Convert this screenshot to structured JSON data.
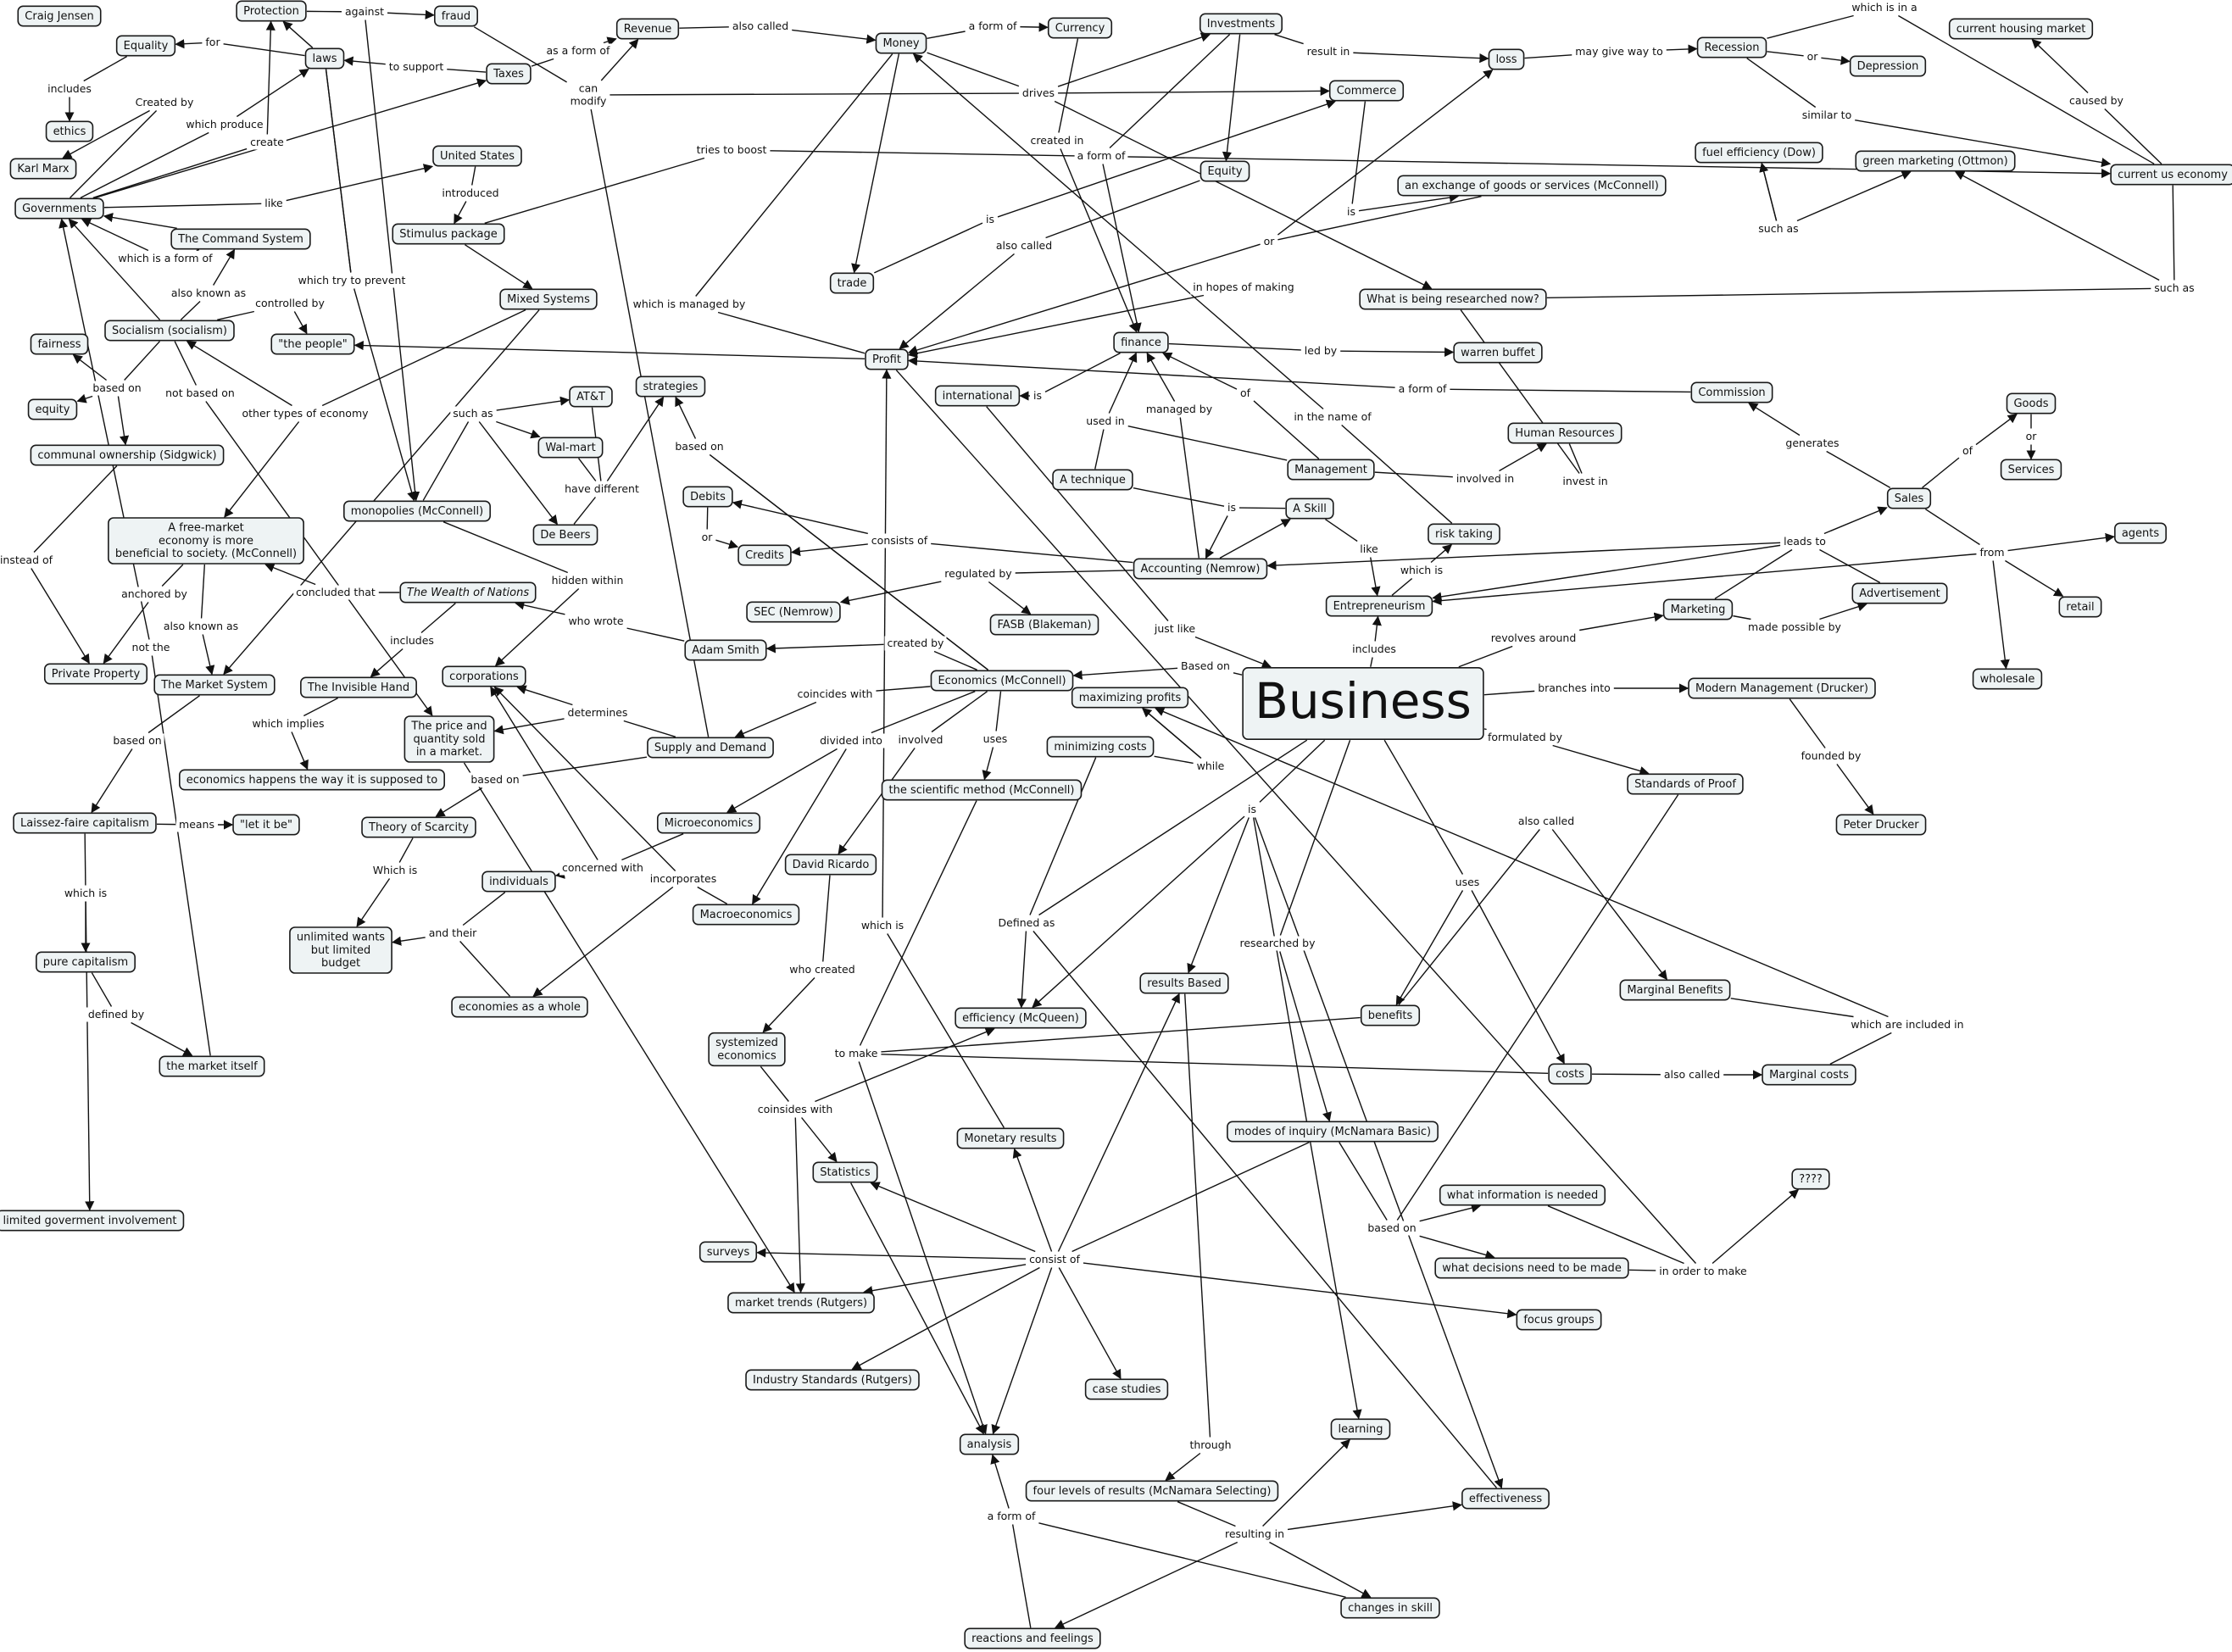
{
  "concepts": [
    {
      "id": "craig",
      "text": "Craig Jensen"
    },
    {
      "id": "equality",
      "text": "Equality"
    },
    {
      "id": "protection",
      "text": "Protection"
    },
    {
      "id": "fraud",
      "text": "fraud"
    },
    {
      "id": "laws",
      "text": "laws"
    },
    {
      "id": "taxes",
      "text": "Taxes"
    },
    {
      "id": "revenue",
      "text": "Revenue"
    },
    {
      "id": "money",
      "text": "Money"
    },
    {
      "id": "currency",
      "text": "Currency"
    },
    {
      "id": "investments",
      "text": "Investments"
    },
    {
      "id": "loss",
      "text": "loss"
    },
    {
      "id": "recession",
      "text": "Recession"
    },
    {
      "id": "housing",
      "text": "current housing market"
    },
    {
      "id": "depression",
      "text": "Depression"
    },
    {
      "id": "ethics",
      "text": "ethics"
    },
    {
      "id": "karl",
      "text": "Karl Marx"
    },
    {
      "id": "governments",
      "text": "Governments"
    },
    {
      "id": "us",
      "text": "United States"
    },
    {
      "id": "stimulus",
      "text": "Stimulus package"
    },
    {
      "id": "commerce",
      "text": "Commerce"
    },
    {
      "id": "fuel",
      "text": "fuel efficiency (Dow)"
    },
    {
      "id": "green",
      "text": "green marketing (Ottmon)"
    },
    {
      "id": "cuseconomy",
      "text": "current us economy"
    },
    {
      "id": "equity_fin",
      "text": "Equity"
    },
    {
      "id": "exchange",
      "text": "an exchange of goods or services (McConnell)"
    },
    {
      "id": "command",
      "text": "The Command System"
    },
    {
      "id": "trade",
      "text": "trade"
    },
    {
      "id": "researched",
      "text": "What is being researched now?"
    },
    {
      "id": "fairness",
      "text": "fairness"
    },
    {
      "id": "socialism",
      "text": "Socialism (socialism)"
    },
    {
      "id": "people",
      "text": "\"the people\""
    },
    {
      "id": "mixed",
      "text": "Mixed Systems"
    },
    {
      "id": "profit",
      "text": "Profit"
    },
    {
      "id": "finance",
      "text": "finance"
    },
    {
      "id": "warren",
      "text": "warren buffet"
    },
    {
      "id": "equity",
      "text": "equity"
    },
    {
      "id": "att",
      "text": "AT&T"
    },
    {
      "id": "strategies",
      "text": "strategies"
    },
    {
      "id": "international",
      "text": "international"
    },
    {
      "id": "commission",
      "text": "Commission"
    },
    {
      "id": "goods",
      "text": "Goods"
    },
    {
      "id": "communal",
      "text": "communal ownership (Sidgwick)"
    },
    {
      "id": "walmart",
      "text": "Wal-mart"
    },
    {
      "id": "hr",
      "text": "Human Resources"
    },
    {
      "id": "management",
      "text": "Management"
    },
    {
      "id": "services",
      "text": "Services"
    },
    {
      "id": "atechnique",
      "text": "A technique"
    },
    {
      "id": "sales",
      "text": "Sales"
    },
    {
      "id": "debits",
      "text": "Debits"
    },
    {
      "id": "askill",
      "text": "A Skill"
    },
    {
      "id": "monopolies",
      "text": "monopolies (McConnell)"
    },
    {
      "id": "freemarket",
      "text": "A  free-market\neconomy is more\nbeneficial to society. (McConnell)"
    },
    {
      "id": "debeers",
      "text": "De Beers"
    },
    {
      "id": "credits",
      "text": "Credits"
    },
    {
      "id": "risk",
      "text": "risk taking"
    },
    {
      "id": "agents",
      "text": "agents"
    },
    {
      "id": "accounting",
      "text": "Accounting (Nemrow)"
    },
    {
      "id": "wealth",
      "text": "The Wealth of Nations"
    },
    {
      "id": "sec",
      "text": "SEC (Nemrow)"
    },
    {
      "id": "fasb",
      "text": "FASB (Blakeman)"
    },
    {
      "id": "entre",
      "text": "Entrepreneurism"
    },
    {
      "id": "advert",
      "text": "Advertisement"
    },
    {
      "id": "retail",
      "text": "retail"
    },
    {
      "id": "marketing",
      "text": "Marketing"
    },
    {
      "id": "adamsmith",
      "text": "Adam Smith"
    },
    {
      "id": "privateprop",
      "text": "Private Property"
    },
    {
      "id": "corporations",
      "text": "corporations"
    },
    {
      "id": "economics",
      "text": "Economics (McConnell)"
    },
    {
      "id": "marketsys",
      "text": "The Market System"
    },
    {
      "id": "invisible",
      "text": "The Invisible Hand"
    },
    {
      "id": "maxprofit",
      "text": "maximizing profits"
    },
    {
      "id": "business",
      "text": "Business"
    },
    {
      "id": "modernmgmt",
      "text": "Modern Management (Drucker)"
    },
    {
      "id": "wholesale",
      "text": "wholesale"
    },
    {
      "id": "pricequantity",
      "text": "The price and\nquantity sold\nin a market."
    },
    {
      "id": "supplydemand",
      "text": "Supply and Demand"
    },
    {
      "id": "mincosts",
      "text": "minimizing costs"
    },
    {
      "id": "econhappens",
      "text": "economics happens the way it is supposed to"
    },
    {
      "id": "scimethod",
      "text": "the scientific method (McConnell)"
    },
    {
      "id": "standards",
      "text": "Standards of Proof"
    },
    {
      "id": "laissez",
      "text": "Laissez-faire capitalism"
    },
    {
      "id": "letitbe",
      "text": "\"let it be\""
    },
    {
      "id": "scarcity",
      "text": "Theory of Scarcity"
    },
    {
      "id": "micro",
      "text": "Microeconomics"
    },
    {
      "id": "peterdrucker",
      "text": "Peter Drucker"
    },
    {
      "id": "ricardo",
      "text": "David Ricardo"
    },
    {
      "id": "individuals",
      "text": "individuals"
    },
    {
      "id": "macro",
      "text": "Macroeconomics"
    },
    {
      "id": "unlimited",
      "text": "unlimited wants\nbut limited\nbudget"
    },
    {
      "id": "purecap",
      "text": "pure capitalism"
    },
    {
      "id": "resultsbased",
      "text": "results Based"
    },
    {
      "id": "marginalbenefits",
      "text": "Marginal Benefits"
    },
    {
      "id": "benefits",
      "text": "benefits"
    },
    {
      "id": "econwhole",
      "text": "economies as a whole"
    },
    {
      "id": "efficiency",
      "text": "efficiency (McQueen)"
    },
    {
      "id": "systemized",
      "text": "systemized\neconomics"
    },
    {
      "id": "marketitself",
      "text": "the market itself"
    },
    {
      "id": "costs",
      "text": "costs"
    },
    {
      "id": "marginalcosts",
      "text": "Marginal costs"
    },
    {
      "id": "monetary",
      "text": "Monetary results"
    },
    {
      "id": "modesinquiry",
      "text": "modes of inquiry (McNamara Basic)"
    },
    {
      "id": "statistics",
      "text": "Statistics"
    },
    {
      "id": "qqq",
      "text": "????"
    },
    {
      "id": "whatinfo",
      "text": "what information is needed"
    },
    {
      "id": "limitedgov",
      "text": "limited goverment involvement"
    },
    {
      "id": "surveys",
      "text": "surveys"
    },
    {
      "id": "whatdecisions",
      "text": "what decisions need to be made"
    },
    {
      "id": "markettrends",
      "text": "market trends (Rutgers)"
    },
    {
      "id": "focus",
      "text": "focus groups"
    },
    {
      "id": "industry",
      "text": "Industry Standards (Rutgers)"
    },
    {
      "id": "casestudies",
      "text": "case studies"
    },
    {
      "id": "learning",
      "text": "learning"
    },
    {
      "id": "analysis",
      "text": "analysis"
    },
    {
      "id": "fourlevels",
      "text": "four levels of results (McNamara Selecting)"
    },
    {
      "id": "effectiveness",
      "text": "effectiveness"
    },
    {
      "id": "changes",
      "text": "changes in skill"
    },
    {
      "id": "reactions",
      "text": "reactions and feelings"
    }
  ],
  "labels": [
    {
      "id": "l_for",
      "text": "for"
    },
    {
      "id": "l_against",
      "text": "against"
    },
    {
      "id": "l_tosupport",
      "text": "to support"
    },
    {
      "id": "l_asaformof",
      "text": "as a form of"
    },
    {
      "id": "l_canmodify",
      "text": "can\nmodify"
    },
    {
      "id": "l_alsocalled1",
      "text": "also called"
    },
    {
      "id": "l_aformof1",
      "text": "a form of"
    },
    {
      "id": "l_resultin",
      "text": "result in"
    },
    {
      "id": "l_maygive",
      "text": "may give way to"
    },
    {
      "id": "l_or1",
      "text": "or"
    },
    {
      "id": "l_whichisina",
      "text": "which is in a"
    },
    {
      "id": "l_causedby",
      "text": "caused by"
    },
    {
      "id": "l_similarto",
      "text": "similar to"
    },
    {
      "id": "l_includes1",
      "text": "includes"
    },
    {
      "id": "l_createdby",
      "text": "Created by"
    },
    {
      "id": "l_whichproduce",
      "text": "which produce"
    },
    {
      "id": "l_create",
      "text": "create"
    },
    {
      "id": "l_drives",
      "text": "drives"
    },
    {
      "id": "l_createdin",
      "text": "created in"
    },
    {
      "id": "l_aformof2",
      "text": "a form of"
    },
    {
      "id": "l_triestoboost",
      "text": "tries to boost"
    },
    {
      "id": "l_introduced",
      "text": "introduced"
    },
    {
      "id": "l_is1",
      "text": "is"
    },
    {
      "id": "l_is2",
      "text": "is"
    },
    {
      "id": "l_suchas1",
      "text": "such as"
    },
    {
      "id": "l_like1",
      "text": "like"
    },
    {
      "id": "l_whichisaform",
      "text": "which is a form of"
    },
    {
      "id": "l_alsocalled2",
      "text": "also called"
    },
    {
      "id": "l_or2",
      "text": "or"
    },
    {
      "id": "l_alsoknownas1",
      "text": "also known as"
    },
    {
      "id": "l_whichtry",
      "text": "which try to prevent"
    },
    {
      "id": "l_controlledby",
      "text": "controlled by"
    },
    {
      "id": "l_inhopes",
      "text": "in hopes of making"
    },
    {
      "id": "l_suchas2",
      "text": "such as"
    },
    {
      "id": "l_whichismanaged",
      "text": "which is managed by"
    },
    {
      "id": "l_ledby",
      "text": "led by"
    },
    {
      "id": "l_basedon1",
      "text": "based on"
    },
    {
      "id": "l_notbasedon",
      "text": "not based on"
    },
    {
      "id": "l_is3",
      "text": "is"
    },
    {
      "id": "l_aformof3",
      "text": "a form of"
    },
    {
      "id": "l_othertypes",
      "text": "other types of economy"
    },
    {
      "id": "l_suchas3",
      "text": "such as"
    },
    {
      "id": "l_usedin",
      "text": "used in"
    },
    {
      "id": "l_managedby",
      "text": "managed by"
    },
    {
      "id": "l_of1",
      "text": "of"
    },
    {
      "id": "l_inthename",
      "text": "in the name of"
    },
    {
      "id": "l_generates",
      "text": "generates"
    },
    {
      "id": "l_basedon2",
      "text": "based on"
    },
    {
      "id": "l_of2",
      "text": "of"
    },
    {
      "id": "l_or3",
      "text": "or"
    },
    {
      "id": "l_investin",
      "text": "invest in"
    },
    {
      "id": "l_involvedin",
      "text": "involved in"
    },
    {
      "id": "l_havedifferent",
      "text": "have different"
    },
    {
      "id": "l_is4",
      "text": "is"
    },
    {
      "id": "l_or4",
      "text": "or"
    },
    {
      "id": "l_consistsof1",
      "text": "consists of"
    },
    {
      "id": "l_like2",
      "text": "like"
    },
    {
      "id": "l_leadsto",
      "text": "leads to"
    },
    {
      "id": "l_from",
      "text": "from"
    },
    {
      "id": "l_insteadof",
      "text": "instead of"
    },
    {
      "id": "l_anchoredby",
      "text": "anchored by"
    },
    {
      "id": "l_regulatedby",
      "text": "regulated by"
    },
    {
      "id": "l_whichis1",
      "text": "which is"
    },
    {
      "id": "l_hiddenwithin",
      "text": "hidden within"
    },
    {
      "id": "l_concludedthat",
      "text": "concluded that"
    },
    {
      "id": "l_alsoknownas2",
      "text": "also known as"
    },
    {
      "id": "l_whowrote",
      "text": "who wrote"
    },
    {
      "id": "l_includes2",
      "text": "includes"
    },
    {
      "id": "l_justlike",
      "text": "just like"
    },
    {
      "id": "l_madepossible",
      "text": "made possible by"
    },
    {
      "id": "l_revolves",
      "text": "revolves around"
    },
    {
      "id": "l_notthe",
      "text": "not the"
    },
    {
      "id": "l_createdby2",
      "text": "created by"
    },
    {
      "id": "l_includes3",
      "text": "includes"
    },
    {
      "id": "l_basedon_ms",
      "text": "based on"
    },
    {
      "id": "l_determines",
      "text": "determines"
    },
    {
      "id": "l_coincides",
      "text": "coincides with"
    },
    {
      "id": "l_basedon3",
      "text": "Based on"
    },
    {
      "id": "l_branches",
      "text": "branches into"
    },
    {
      "id": "l_whichimplies",
      "text": "which implies"
    },
    {
      "id": "l_dividedinto",
      "text": "divided into"
    },
    {
      "id": "l_involved",
      "text": "involved"
    },
    {
      "id": "l_uses1",
      "text": "uses"
    },
    {
      "id": "l_formulated",
      "text": "formulated by"
    },
    {
      "id": "l_while",
      "text": "while"
    },
    {
      "id": "l_basedon4",
      "text": "based on"
    },
    {
      "id": "l_foundedby",
      "text": "founded by"
    },
    {
      "id": "l_means",
      "text": "means"
    },
    {
      "id": "l_is5",
      "text": "is"
    },
    {
      "id": "l_alsocalled3",
      "text": "also called"
    },
    {
      "id": "l_whichis2",
      "text": "Which is"
    },
    {
      "id": "l_concernedwith",
      "text": "concerned with"
    },
    {
      "id": "l_incorporates",
      "text": "incorporates"
    },
    {
      "id": "l_uses2",
      "text": "uses"
    },
    {
      "id": "l_whichis3",
      "text": "which is"
    },
    {
      "id": "l_definedas",
      "text": "Defined as"
    },
    {
      "id": "l_andtheir",
      "text": "and their"
    },
    {
      "id": "l_researchedby",
      "text": "researched by"
    },
    {
      "id": "l_whocreated",
      "text": "who created"
    },
    {
      "id": "l_whichis4",
      "text": "which is"
    },
    {
      "id": "l_definedby",
      "text": "defined by"
    },
    {
      "id": "l_whichareincluded",
      "text": "which are included in"
    },
    {
      "id": "l_tomake",
      "text": "to make"
    },
    {
      "id": "l_alsocalled4",
      "text": "also called"
    },
    {
      "id": "l_coinsides",
      "text": "coinsides with"
    },
    {
      "id": "l_basedon5",
      "text": "based on"
    },
    {
      "id": "l_consistof2",
      "text": "consist of"
    },
    {
      "id": "l_inordertomake",
      "text": "in order to make"
    },
    {
      "id": "l_through",
      "text": "through"
    },
    {
      "id": "l_resultingin",
      "text": "resulting in"
    },
    {
      "id": "l_aformof4",
      "text": "a form of"
    }
  ]
}
